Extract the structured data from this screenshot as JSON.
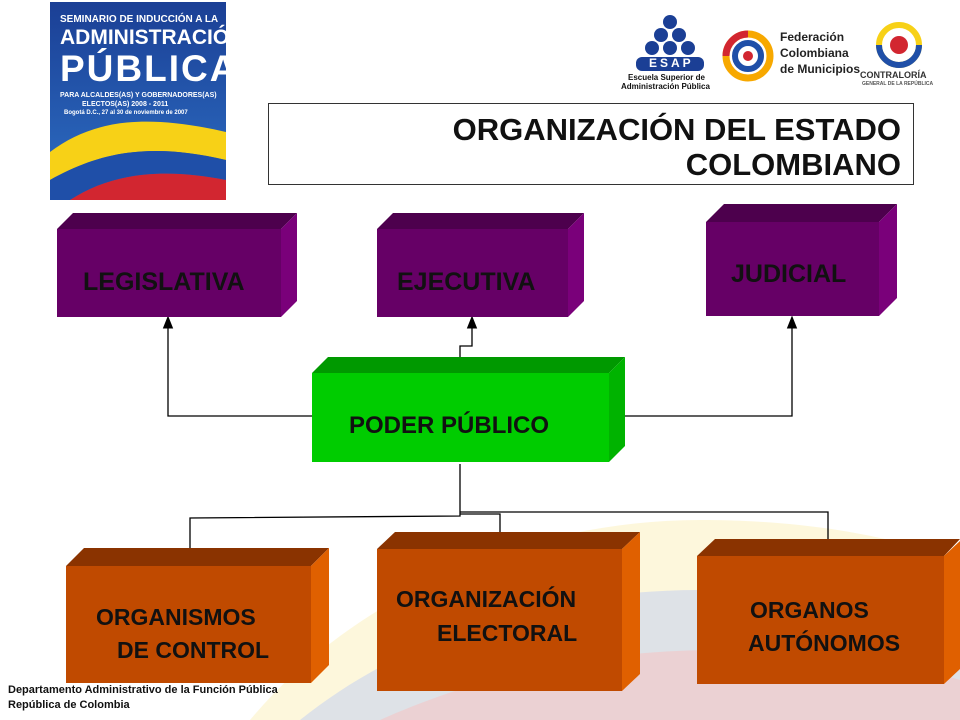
{
  "banner": {
    "line1": "SEMINARIO DE INDUCCIÓN A LA",
    "line2": "ADMINISTRACIÓN",
    "line3": "PÚBLICA",
    "line4": "PARA ALCALDES(AS) Y GOBERNADORES(AS)",
    "line5": "ELECTOS(AS) 2008 - 2011",
    "line6": "Bogotá D.C., 27 al 30 de noviembre de 2007"
  },
  "logos": {
    "esap_wordmark": "ESAP",
    "esap_line1": "Escuela Superior de",
    "esap_line2": "Administración Pública",
    "fcm_line1": "Federación",
    "fcm_line2": "Colombiana",
    "fcm_line3": "de Municipios",
    "contraloria_name": "CONTRALORÍA",
    "contraloria_sub": "GENERAL DE LA REPÚBLICA"
  },
  "title": {
    "line1": "ORGANIZACIÓN DEL ESTADO",
    "line2": "COLOMBIANO"
  },
  "branches": {
    "legislativa": "LEGISLATIVA",
    "ejecutiva": "EJECUTIVA",
    "judicial": "JUDICIAL"
  },
  "center": "PODER PÚBLICO",
  "bottom": {
    "control_line1": "ORGANISMOS",
    "control_line2": "DE CONTROL",
    "electoral_line1": "ORGANIZACIÓN",
    "electoral_line2": "ELECTORAL",
    "autonomos_line1": "ORGANOS",
    "autonomos_line2": "AUTÓNOMOS"
  },
  "footer": {
    "line1": "Departamento  Administrativo  de la Función Pública",
    "line2": "República de Colombia"
  },
  "colors": {
    "purple_front": "#660066",
    "purple_top": "#4d004d",
    "purple_side": "#7a007a",
    "green_front": "#00cc00",
    "green_top": "#009900",
    "green_side": "#00b300",
    "orange_front": "#c04a00",
    "orange_top": "#8a3300",
    "orange_side": "#e06000",
    "flag_yellow": "#f7d117",
    "flag_blue": "#1f4fa8",
    "flag_red": "#d22630"
  }
}
